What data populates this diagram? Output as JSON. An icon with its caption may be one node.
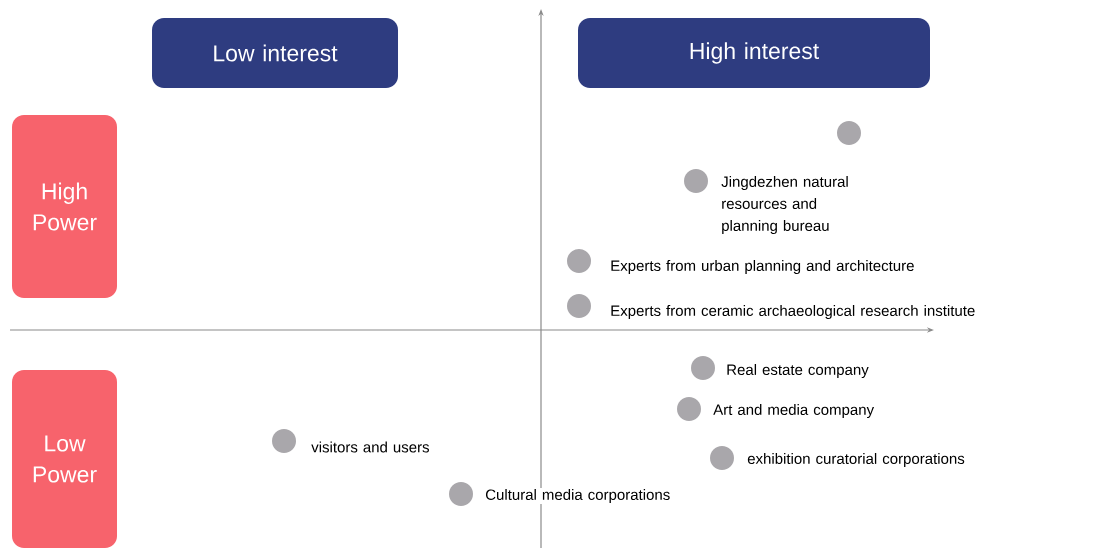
{
  "diagram": {
    "nodes": [
      {
        "text": [
          "Low interest"
        ]
      },
      {
        "text": [
          "High interest"
        ]
      },
      {
        "text": [
          "High Power"
        ]
      },
      {
        "text": [
          "Low Power"
        ]
      },
      {
        "text": [],
        "shape": "circle"
      },
      {
        "text": [],
        "shape": "circle",
        "beside": [
          "Jingdezhen natural resources and planning bureau"
        ]
      },
      {
        "text": [],
        "shape": "circle",
        "beside": [
          "Experts from urban planning and architecture"
        ]
      },
      {
        "text": [],
        "shape": "circle",
        "beside": [
          "Experts from ceramic archaeological research institute"
        ]
      },
      {
        "text": [],
        "shape": "circle",
        "beside": [
          "Real estate company"
        ]
      },
      {
        "text": [],
        "shape": "circle",
        "beside": [
          "Art and media company"
        ]
      },
      {
        "text": [],
        "shape": "circle",
        "beside": [
          "exhibition curatorial corporations"
        ]
      },
      {
        "text": [],
        "shape": "circle",
        "beside": [
          "visitors and users"
        ]
      },
      {
        "text": [],
        "shape": "circle",
        "beside": [
          "Cultural media corporations"
        ]
      }
    ]
  }
}
